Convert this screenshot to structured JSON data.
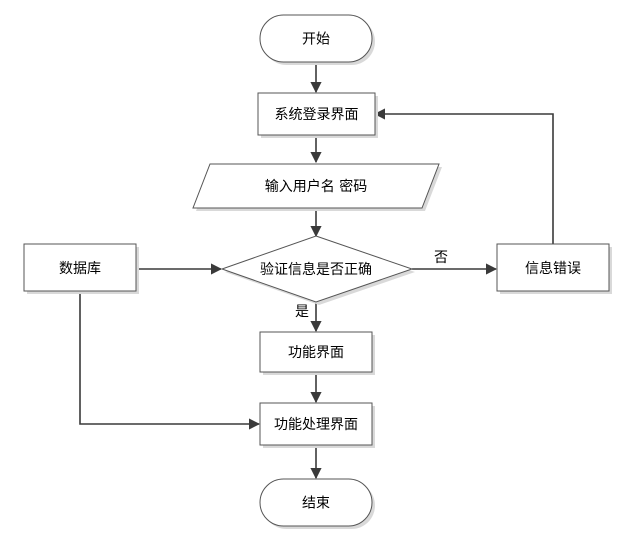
{
  "nodes": {
    "start": "开始",
    "login": "系统登录界面",
    "input": "输入用户名 密码",
    "verify": "验证信息是否正确",
    "database": "数据库",
    "error": "信息错误",
    "func": "功能界面",
    "func_process": "功能处理界面",
    "end": "结束"
  },
  "edges": {
    "no": "否",
    "yes": "是"
  }
}
